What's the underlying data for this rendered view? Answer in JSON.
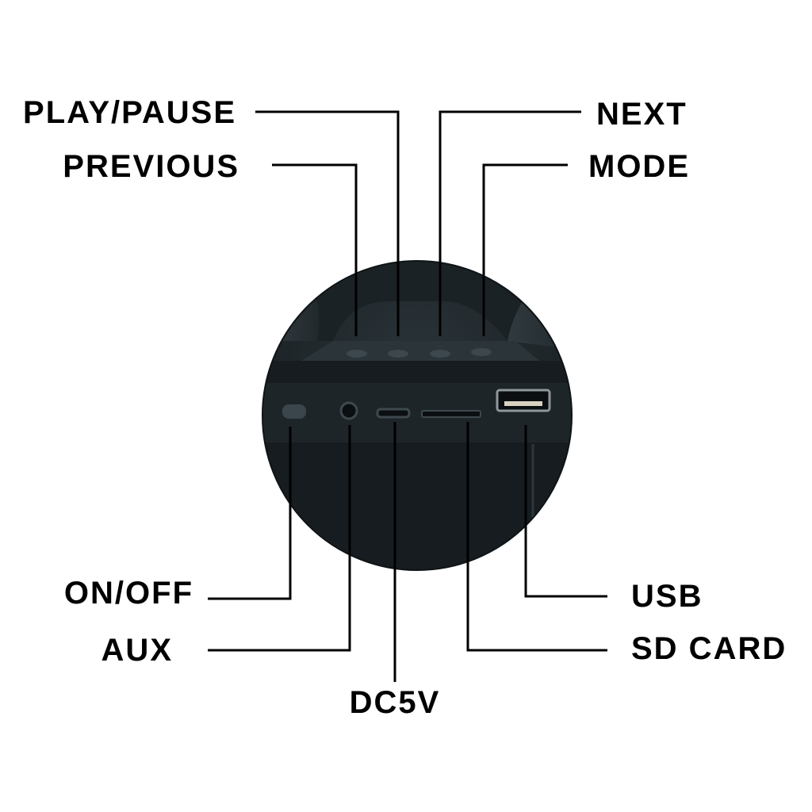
{
  "labels": {
    "play_pause": "PLAY/PAUSE",
    "previous": "PREVIOUS",
    "next": "NEXT",
    "mode": "MODE",
    "on_off": "ON/OFF",
    "aux": "AUX",
    "dc5v": "DC5V",
    "usb": "USB",
    "sd_card": "SD CARD"
  },
  "colors": {
    "background": "#ffffff",
    "text": "#000000",
    "leader_line": "#000000",
    "device_body": "#1d2428",
    "device_edge": "#3b464c"
  }
}
